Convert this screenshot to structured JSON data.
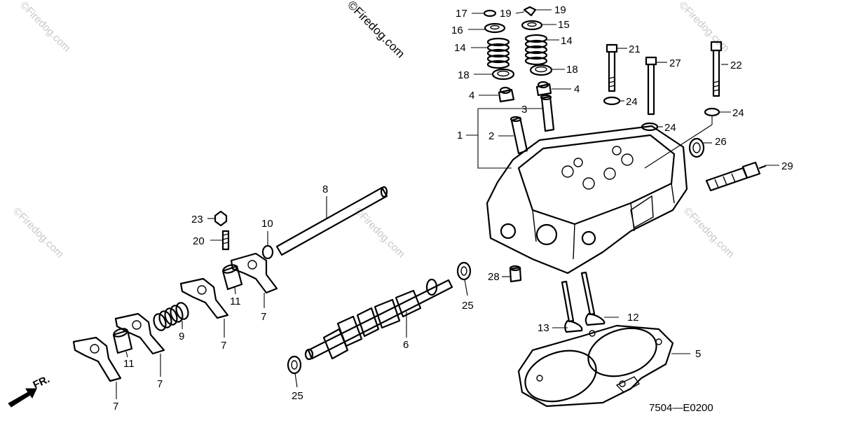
{
  "diagram": {
    "code": "7504—E0200",
    "direction_label": "FR.",
    "watermark": "©Firedog.com",
    "callouts": [
      "1",
      "2",
      "3",
      "4",
      "4",
      "5",
      "6",
      "7",
      "7",
      "7",
      "7",
      "8",
      "9",
      "10",
      "11",
      "11",
      "12",
      "13",
      "14",
      "14",
      "15",
      "16",
      "17",
      "18",
      "18",
      "19",
      "19",
      "20",
      "21",
      "22",
      "23",
      "24",
      "24",
      "24",
      "25",
      "25",
      "26",
      "27",
      "28",
      "29"
    ]
  }
}
